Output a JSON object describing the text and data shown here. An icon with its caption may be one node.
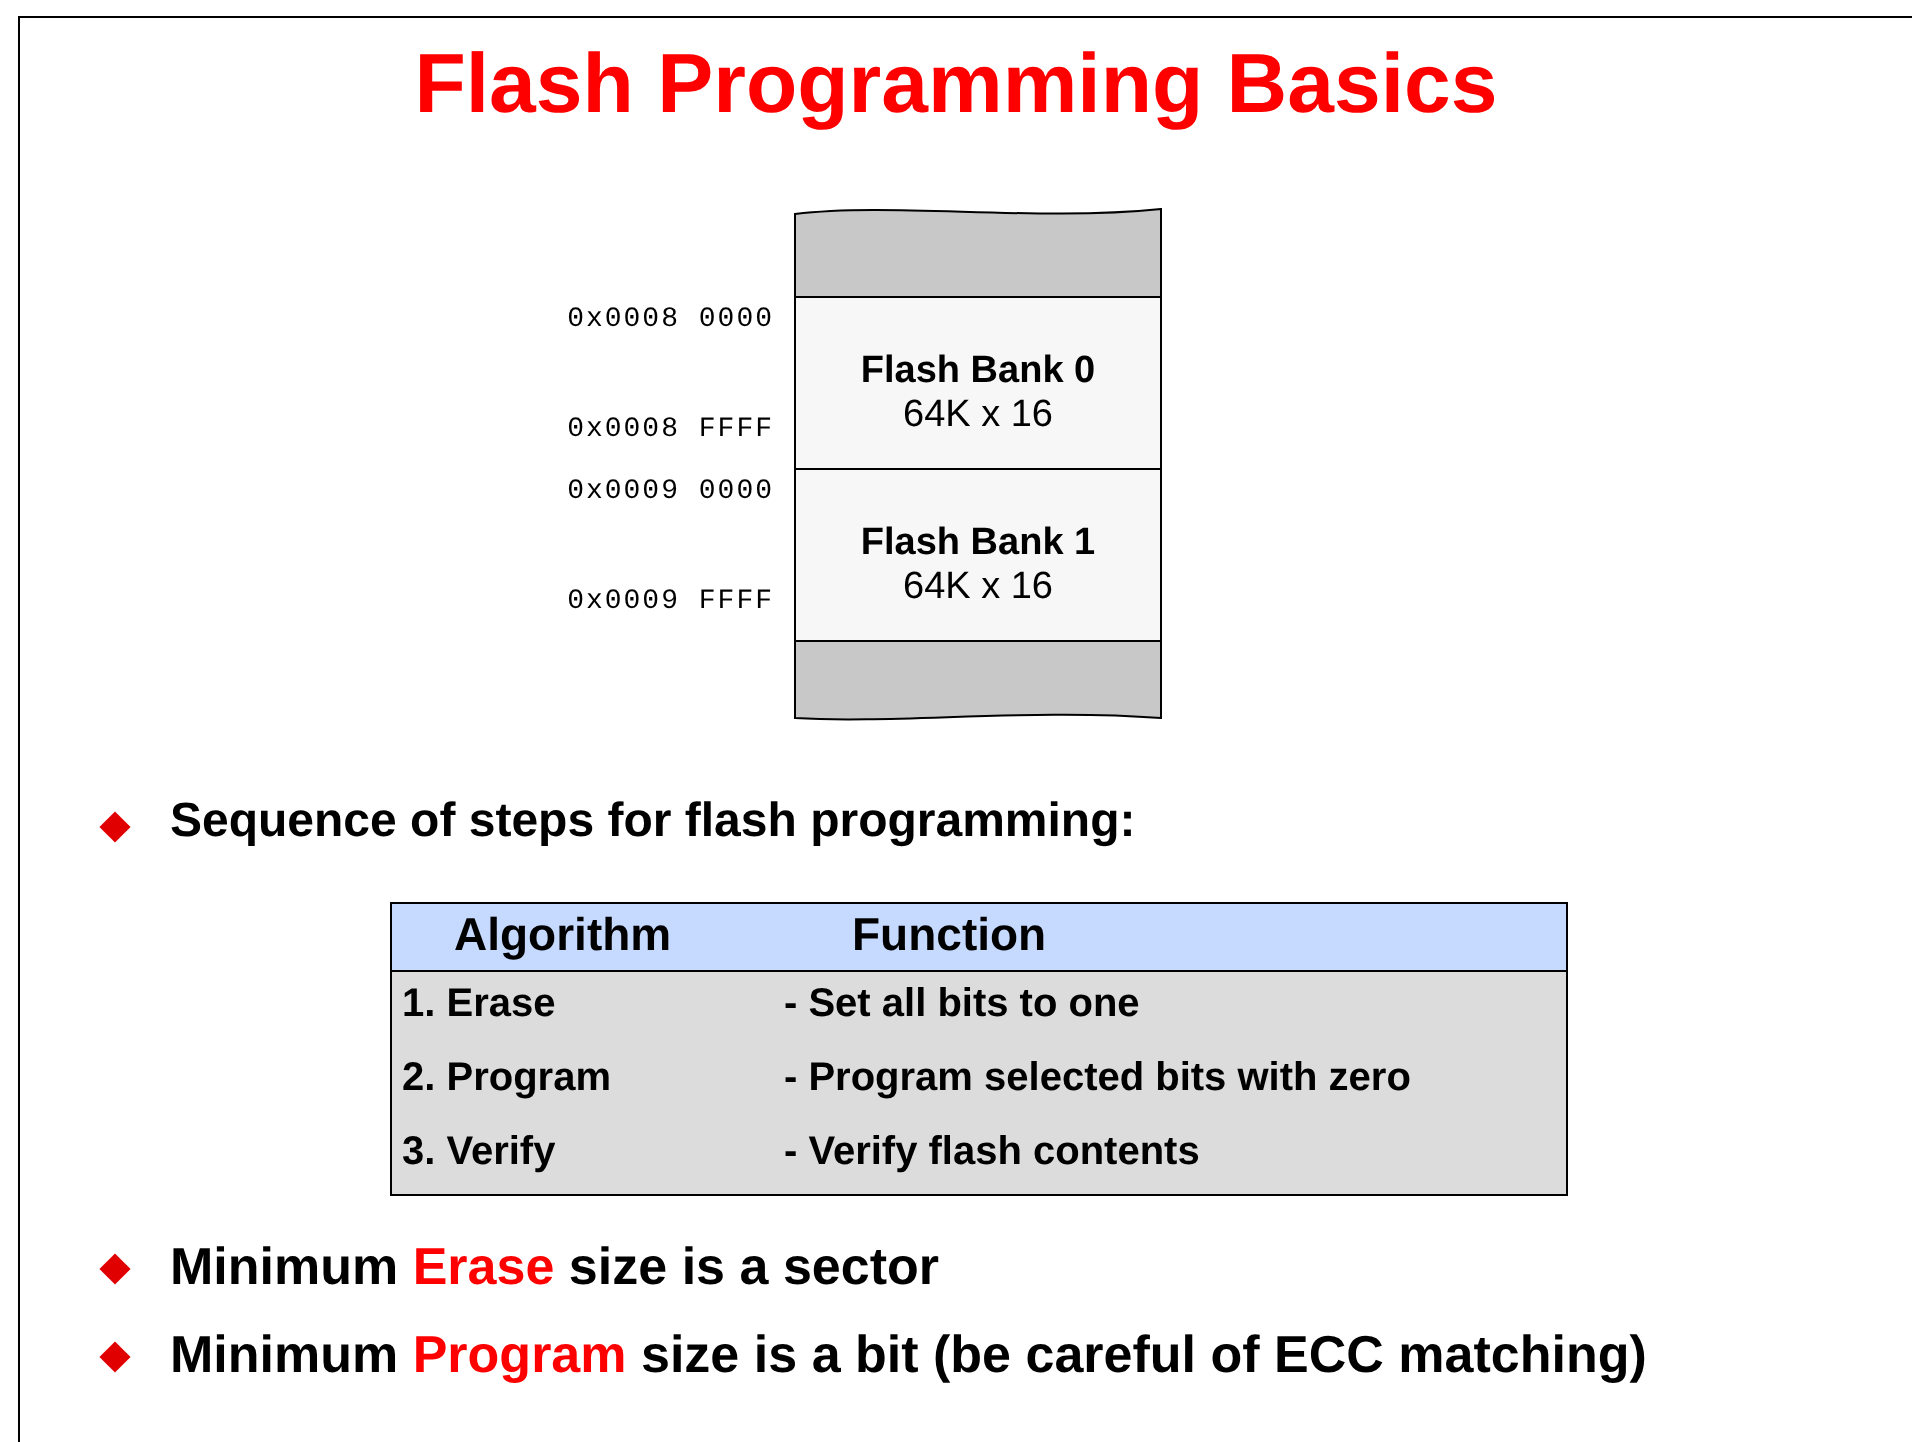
{
  "diagram": {
    "title": "Flash Programming Basics",
    "nodes": [
      {
        "text": [],
        "shape": "box"
      },
      {
        "text": [
          "Flash Bank 0",
          "64K x 16"
        ]
      },
      {
        "text": [
          "Flash Bank 1",
          "64K x 16"
        ]
      },
      {
        "text": [],
        "shape": "box"
      }
    ],
    "labels": [
      "0x0008 0000",
      "0x0008 FFFF",
      "0x0009 0000",
      "0x0009 FFFF",
      "Sequence of steps for flash programming:",
      "Algorithm",
      "Function",
      "1. Erase",
      "- Set all bits to one",
      "2. Program",
      "- Program selected bits with zero",
      "3. Verify",
      "- Verify flash contents",
      "Minimum Erase size is a sector",
      "Minimum Program size is a bit (be careful of ECC matching)"
    ]
  }
}
